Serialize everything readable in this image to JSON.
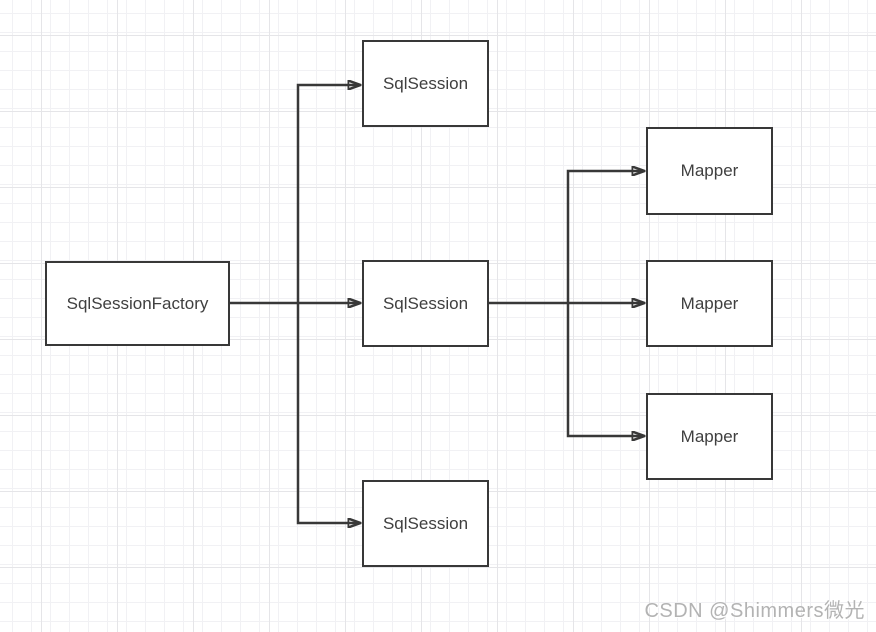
{
  "diagram": {
    "nodes": [
      {
        "id": "sqlsessionfactory",
        "label": "SqlSessionFactory"
      },
      {
        "id": "sqlsession-top",
        "label": "SqlSession"
      },
      {
        "id": "sqlsession-middle",
        "label": "SqlSession"
      },
      {
        "id": "sqlsession-bottom",
        "label": "SqlSession"
      },
      {
        "id": "mapper-top",
        "label": "Mapper"
      },
      {
        "id": "mapper-middle",
        "label": "Mapper"
      },
      {
        "id": "mapper-bottom",
        "label": "Mapper"
      }
    ],
    "edges": [
      {
        "from": "SqlSessionFactory",
        "to": "SqlSession (top)"
      },
      {
        "from": "SqlSessionFactory",
        "to": "SqlSession (middle)"
      },
      {
        "from": "SqlSessionFactory",
        "to": "SqlSession (bottom)"
      },
      {
        "from": "SqlSession (middle)",
        "to": "Mapper (top)"
      },
      {
        "from": "SqlSession (middle)",
        "to": "Mapper (middle)"
      },
      {
        "from": "SqlSession (middle)",
        "to": "Mapper (bottom)"
      }
    ],
    "colors": {
      "stroke": "#383838",
      "node_fill": "#ffffff",
      "node_text": "#3f3f3f",
      "grid_minor": "#f1f1f4",
      "grid_major": "#e5e5e8",
      "background": "#ffffff",
      "watermark_text": "#b3b3b3"
    }
  },
  "watermark": {
    "text": "CSDN @Shimmers微光"
  }
}
